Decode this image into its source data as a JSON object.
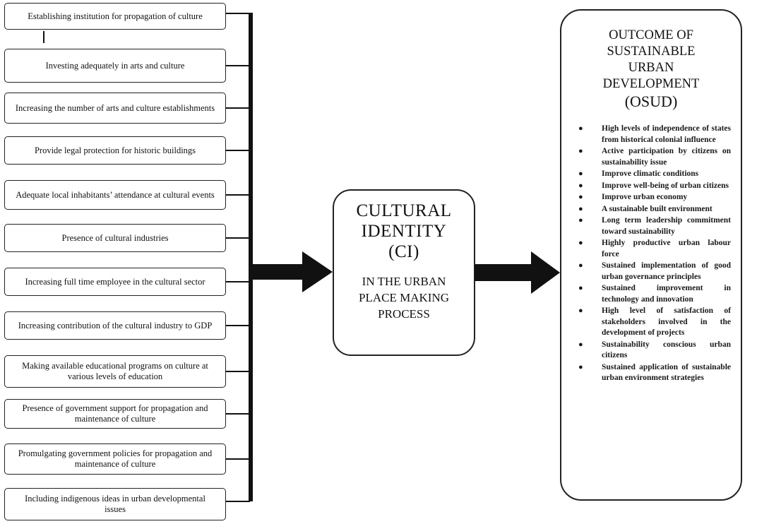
{
  "left_factors": [
    "Establishing institution for propagation of culture",
    "Investing adequately in arts and culture",
    "Increasing the number of arts and culture establishments",
    "Provide legal protection for historic buildings",
    "Adequate local inhabitants’ attendance at cultural events",
    "Presence of cultural industries",
    "Increasing full time employee in the cultural sector",
    "Increasing contribution of the cultural industry to GDP",
    "Making available educational programs on culture at various levels of education",
    "Presence of government support for propagation and maintenance of culture",
    "Promulgating government policies for propagation and maintenance of culture",
    "Including indigenous ideas in urban developmental issues"
  ],
  "center": {
    "title_line1": "CULTURAL",
    "title_line2": "IDENTITY",
    "title_line3": "(CI)",
    "sub_line1": "IN THE URBAN",
    "sub_line2": "PLACE MAKING",
    "sub_line3": "PROCESS"
  },
  "outcome": {
    "title_line1": "OUTCOME OF",
    "title_line2": "SUSTAINABLE",
    "title_line3": "URBAN",
    "title_line4": "DEVELOPMENT",
    "abbr": "(OSUD)",
    "bullet_symbol": "●",
    "items": [
      "High levels of independence of states from historical colonial influence",
      "Active participation by citizens on sustainability issue",
      "Improve climatic conditions",
      "Improve well-being of urban citizens",
      "Improve urban economy",
      "A sustainable built environment",
      "Long term leadership commitment toward sustainability",
      "Highly productive urban labour force",
      "Sustained implementation of good urban governance principles",
      "Sustained improvement in technology and innovation",
      "High level of satisfaction of stakeholders involved in the development of projects",
      "Sustainability conscious urban citizens",
      "Sustained application of sustainable urban environment strategies"
    ]
  },
  "colors": {
    "line": "#111111",
    "box_border": "#222222",
    "background": "#ffffff"
  }
}
